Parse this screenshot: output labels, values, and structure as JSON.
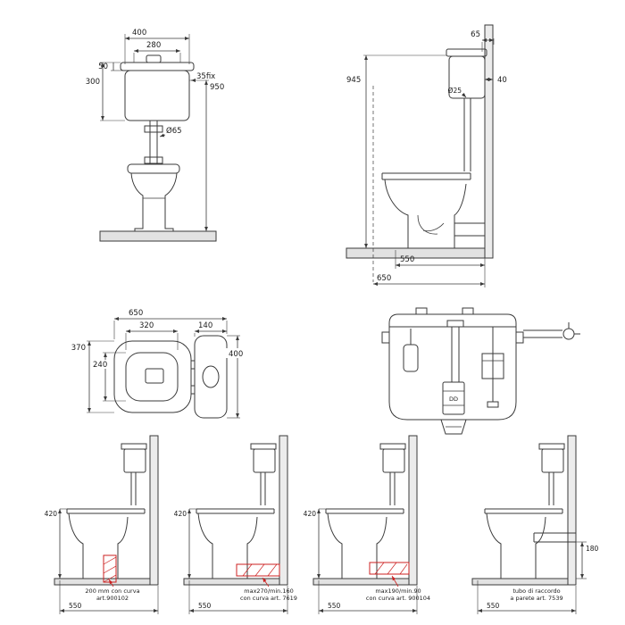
{
  "front_view": {
    "dim_top_width": "400",
    "dim_lid_width": "280",
    "dim_lid_height": "50",
    "dim_tank_height": "300",
    "dim_fix": "35fix",
    "dim_total_height": "950",
    "dim_pipe_diameter": "Ø65"
  },
  "side_view": {
    "dim_height": "945",
    "dim_top_depth": "65",
    "dim_wall_offset": "40",
    "dim_inlet_diameter": "Ø25",
    "dim_depth": "550",
    "dim_total_depth": "650"
  },
  "plan_view": {
    "dim_total_depth": "650",
    "dim_bowl_length": "320",
    "dim_tank_depth": "140",
    "dim_width": "370",
    "dim_bowl_width": "240",
    "dim_tank_width": "400"
  },
  "tank_view": {
    "marking": "DD"
  },
  "install_views": [
    {
      "dim_height": "420",
      "dim_depth": "550",
      "note_line1": "200 mm con curva",
      "note_line2": "art.900102"
    },
    {
      "dim_height": "420",
      "dim_depth": "550",
      "note_line1": "max270/min.160",
      "note_line2": "con curva art. 7619"
    },
    {
      "dim_height": "420",
      "dim_depth": "550",
      "note_line1": "max190/min.90",
      "note_line2": "con curva art. 900104"
    },
    {
      "dim_wall_height": "180",
      "dim_depth": "550",
      "note_line1": "tubo di raccordo",
      "note_line2": "a parete art. 7539"
    }
  ],
  "colors": {
    "line": "#3a3a3a",
    "accent_red": "#cc2222",
    "wall_fill": "#ececec",
    "floor_fill": "#e2e2e2"
  }
}
